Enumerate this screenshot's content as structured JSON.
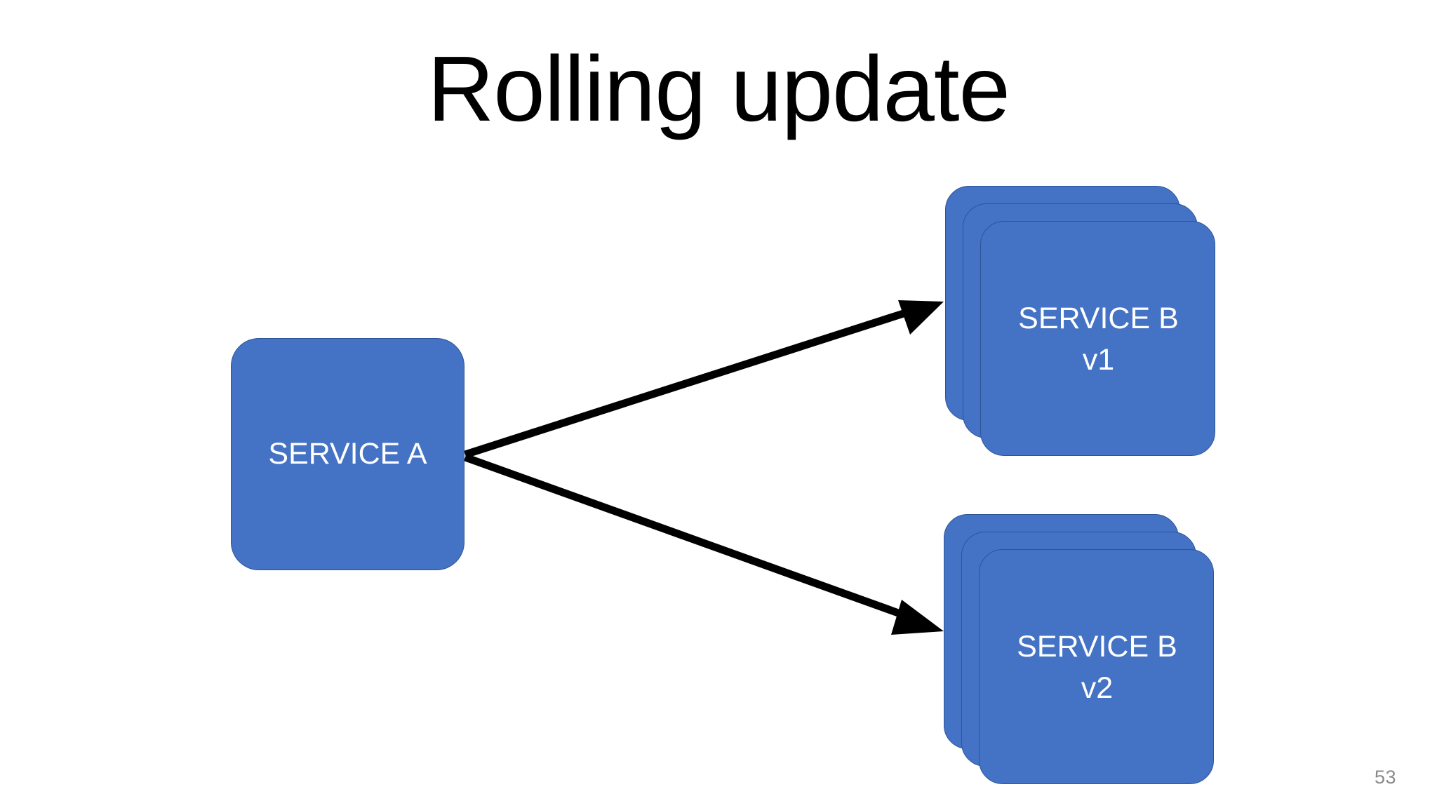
{
  "slide": {
    "title": "Rolling update",
    "page_number": "53",
    "background_color": "#ffffff",
    "title_color": "#000000",
    "page_number_color": "#8a8a8a"
  },
  "theme": {
    "card_fill": "#4472C4",
    "card_border": "#2C5498",
    "card_text_color": "#ffffff",
    "arrow_color": "#000000"
  },
  "nodes": [
    {
      "id": "service-a",
      "label": "SERVICE A",
      "line1": "SERVICE A",
      "line2": "",
      "style": "single",
      "replicas": 1
    },
    {
      "id": "service-b-v1",
      "label": "SERVICE B v1",
      "line1": "SERVICE B",
      "line2": "v1",
      "style": "stack",
      "replicas": 3
    },
    {
      "id": "service-b-v2",
      "label": "SERVICE B v2",
      "line1": "SERVICE B",
      "line2": "v2",
      "style": "stack",
      "replicas": 3
    }
  ],
  "edges": [
    {
      "id": "edge-a-to-v1",
      "from": "service-a",
      "to": "service-b-v1",
      "direction": "to",
      "head": "filled-triangle"
    },
    {
      "id": "edge-a-to-v2",
      "from": "service-a",
      "to": "service-b-v2",
      "direction": "to",
      "head": "filled-triangle"
    }
  ]
}
